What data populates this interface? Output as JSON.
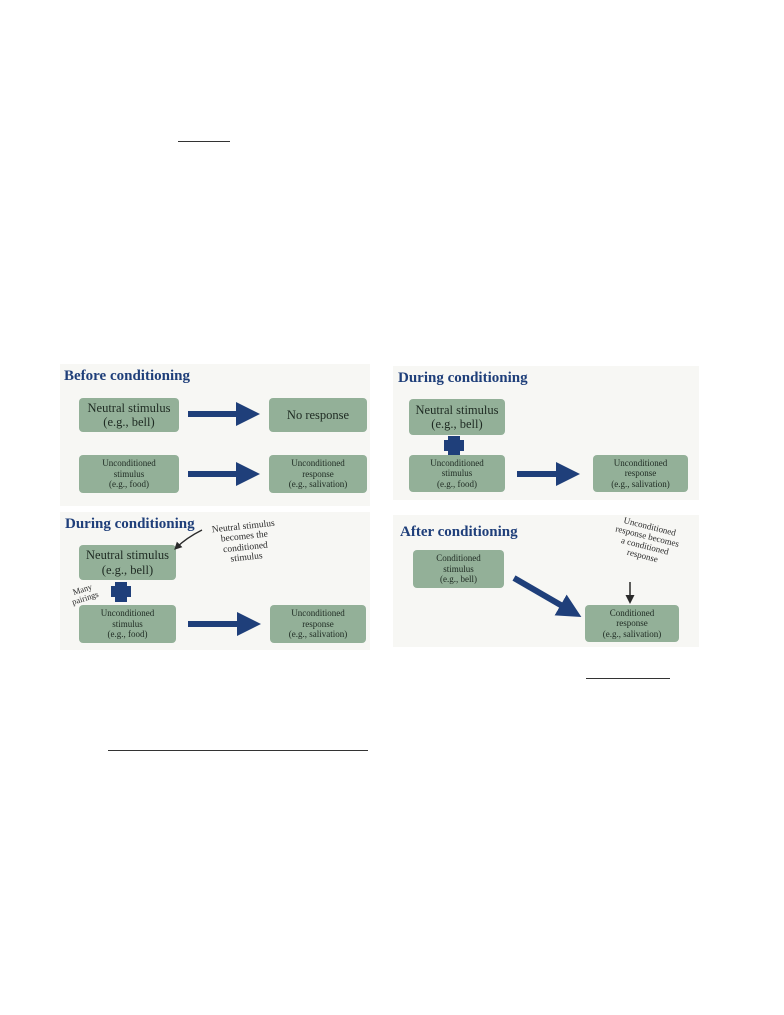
{
  "panels": {
    "before": {
      "title": "Before conditioning",
      "neutral": "Neutral stimulus\n(e.g., bell)",
      "no_response": "No response",
      "uncond_stim": "Unconditioned\nstimulus\n(e.g., food)",
      "uncond_resp": "Unconditioned\nresponse\n(e.g., salivation)"
    },
    "during_top": {
      "title": "During conditioning",
      "neutral": "Neutral stimulus\n(e.g., bell)",
      "uncond_stim": "Unconditioned\nstimulus\n(e.g., food)",
      "uncond_resp": "Unconditioned\nresponse\n(e.g., salivation)"
    },
    "during_bottom": {
      "title": "During conditioning",
      "neutral": "Neutral stimulus\n(e.g., bell)",
      "uncond_stim": "Unconditioned\nstimulus\n(e.g., food)",
      "uncond_resp": "Unconditioned\nresponse\n(e.g., salivation)",
      "note_becomes": "Neutral stimulus\nbecomes the\nconditioned\nstimulus",
      "note_pairings": "Many\npairings"
    },
    "after": {
      "title": "After conditioning",
      "cond_stim": "Conditioned\nstimulus\n(e.g., bell)",
      "cond_resp": "Conditioned\nresponse\n(e.g., salivation)",
      "note_becomes": "Unconditioned\nresponse becomes\na conditioned\nresponse"
    }
  },
  "colors": {
    "box": "#93b098",
    "arrow": "#1f3f7a",
    "title": "#1f3f7a",
    "panel": "#f7f7f4"
  },
  "icons": [
    "arrow-right-icon",
    "plus-icon",
    "arrow-diagonal-icon",
    "arrow-down-icon",
    "curved-arrow-icon"
  ]
}
